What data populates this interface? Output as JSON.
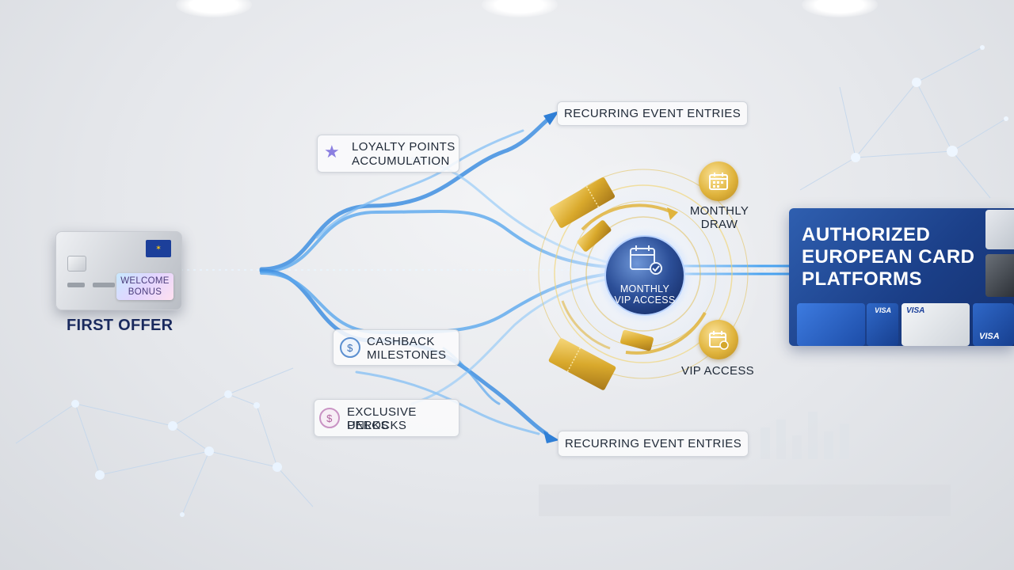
{
  "first_offer": {
    "badge": "WELCOME BONUS",
    "title": "FIRST OFFER"
  },
  "branches": {
    "top_event": "RECURRING EVENT ENTRIES",
    "loyalty": {
      "line1": "LOYALTY POINTS",
      "line2": "ACCUMULATION"
    },
    "cashback": {
      "line1": "CASHBACK",
      "line2": "MILESTONES"
    },
    "perks": {
      "line1": "EXCLUSIVE PERKS",
      "line2": "UNLOCKS"
    },
    "bottom_event": "RECURRING EVENT ENTRIES"
  },
  "hub": {
    "line1": "MONTHLY",
    "line2": "VIP ACCESS",
    "monthly_draw": {
      "line1": "MONTHLY",
      "line2": "DRAW"
    },
    "vip_access": "VIP ACCESS"
  },
  "platforms": {
    "line1": "AUTHORIZED",
    "line2": "EUROPEAN CARD",
    "line3": "PLATFORMS",
    "card_brands": [
      "VISA",
      "VISA",
      "VISA"
    ]
  },
  "icons": {
    "loyalty": "star-icon",
    "cashback": "dollar-coin-icon",
    "perks": "dollar-coin-icon",
    "hub": "calendar-check-icon",
    "monthly_draw": "calendar-icon",
    "vip_access": "calendar-check-icon",
    "tickets": "golden-ticket-icon"
  },
  "colors": {
    "navy": "#1a2a5e",
    "stream_blue": "#3b8fe0",
    "gold": "#d4a72c",
    "panel_blue": "#1b3f88"
  }
}
